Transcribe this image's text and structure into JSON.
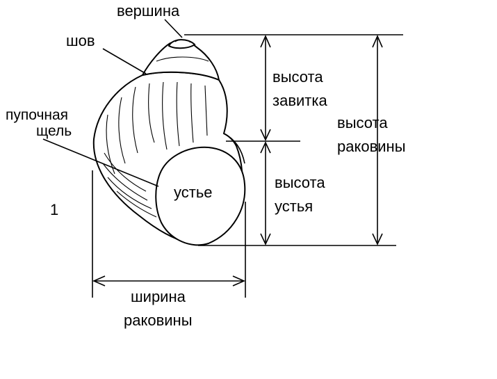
{
  "figure_number": "1",
  "labels": {
    "apex": "вершина",
    "suture": "шов",
    "umbilicus_line1": "пупочная",
    "umbilicus_line2": "щель",
    "aperture": "устье",
    "spire_height_line1": "высота",
    "spire_height_line2": "завитка",
    "shell_height_line1": "высота",
    "shell_height_line2": "раковины",
    "aperture_height_line1": "высота",
    "aperture_height_line2": "устья",
    "shell_width_line1": "ширина",
    "shell_width_line2": "раковины"
  }
}
